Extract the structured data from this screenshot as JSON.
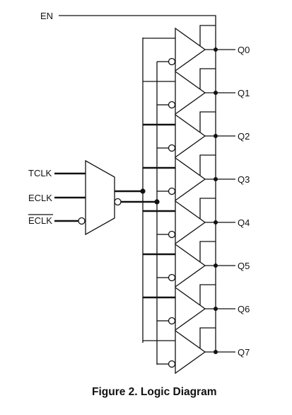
{
  "diagram": {
    "enable_label": "EN",
    "input_labels": [
      "TCLK",
      "ECLK",
      "ECLK"
    ],
    "output_labels": [
      "Q0",
      "Q1",
      "Q2",
      "Q3",
      "Q4",
      "Q5",
      "Q6",
      "Q7"
    ],
    "caption": "Figure 2. Logic Diagram",
    "colors": {
      "line": "#111111",
      "background": "#ffffff"
    }
  }
}
